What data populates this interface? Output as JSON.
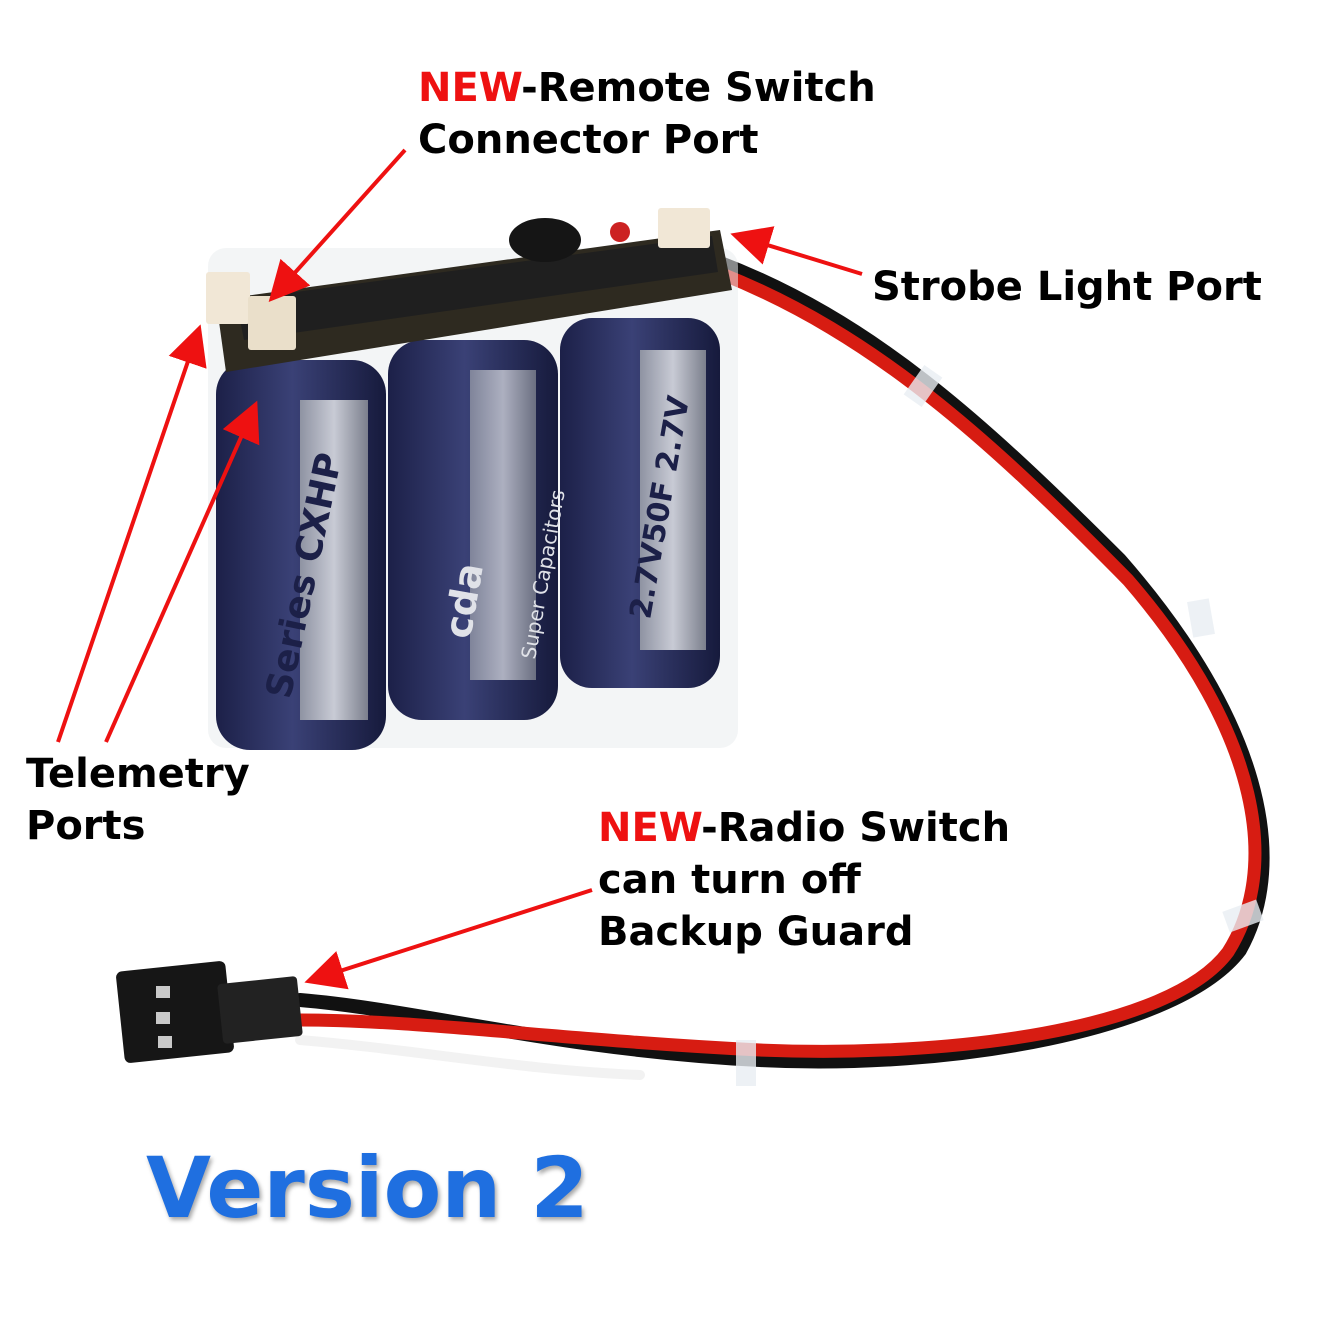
{
  "annotations": {
    "remote_switch": {
      "new_tag": "NEW",
      "line1": "-Remote Switch",
      "line2": "Connector Port"
    },
    "strobe_light": {
      "label": "Strobe Light Port"
    },
    "telemetry": {
      "line1": "Telemetry",
      "line2": "Ports"
    },
    "radio_switch": {
      "new_tag": "NEW",
      "line1": "-Radio Switch",
      "line2": "can turn off",
      "line3": "Backup Guard"
    }
  },
  "version_banner": "Version 2",
  "capacitor_print": {
    "series": "Series CXHP",
    "rating": "2.7V50F 2.7V",
    "brand": "cda",
    "subtitle": "Super Capacitors"
  },
  "colors": {
    "new_tag": "#ee1111",
    "version": "#1f6fe0",
    "arrow": "#ee1111",
    "capacitor_blue": "#2a2f5c"
  }
}
